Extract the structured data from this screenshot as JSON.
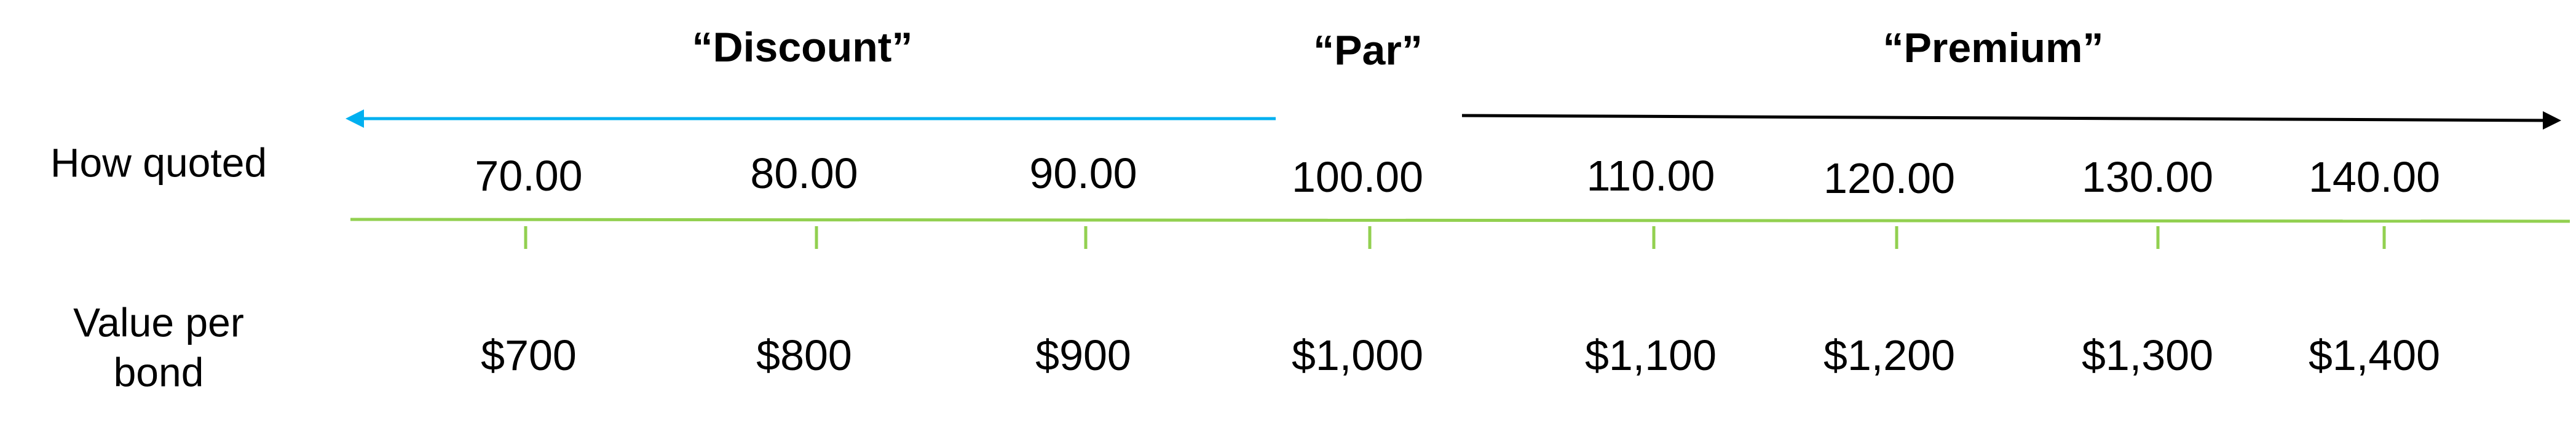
{
  "headers": {
    "discount": "“Discount”",
    "par": "“Par”",
    "premium": "“Premium”"
  },
  "row_labels": {
    "how_quoted": "How quoted",
    "value_per_bond_line1": "Value per",
    "value_per_bond_line2": "bond"
  },
  "quotes": [
    "70.00",
    "80.00",
    "90.00",
    "100.00",
    "110.00",
    "120.00",
    "130.00",
    "140.00"
  ],
  "values": [
    "$700",
    "$800",
    "$900",
    "$1,000",
    "$1,100",
    "$1,200",
    "$1,300",
    "$1,400"
  ],
  "colors": {
    "axis": "#92d050",
    "discount_arrow": "#00b0f0",
    "premium_arrow": "#000000",
    "text": "#000000"
  }
}
